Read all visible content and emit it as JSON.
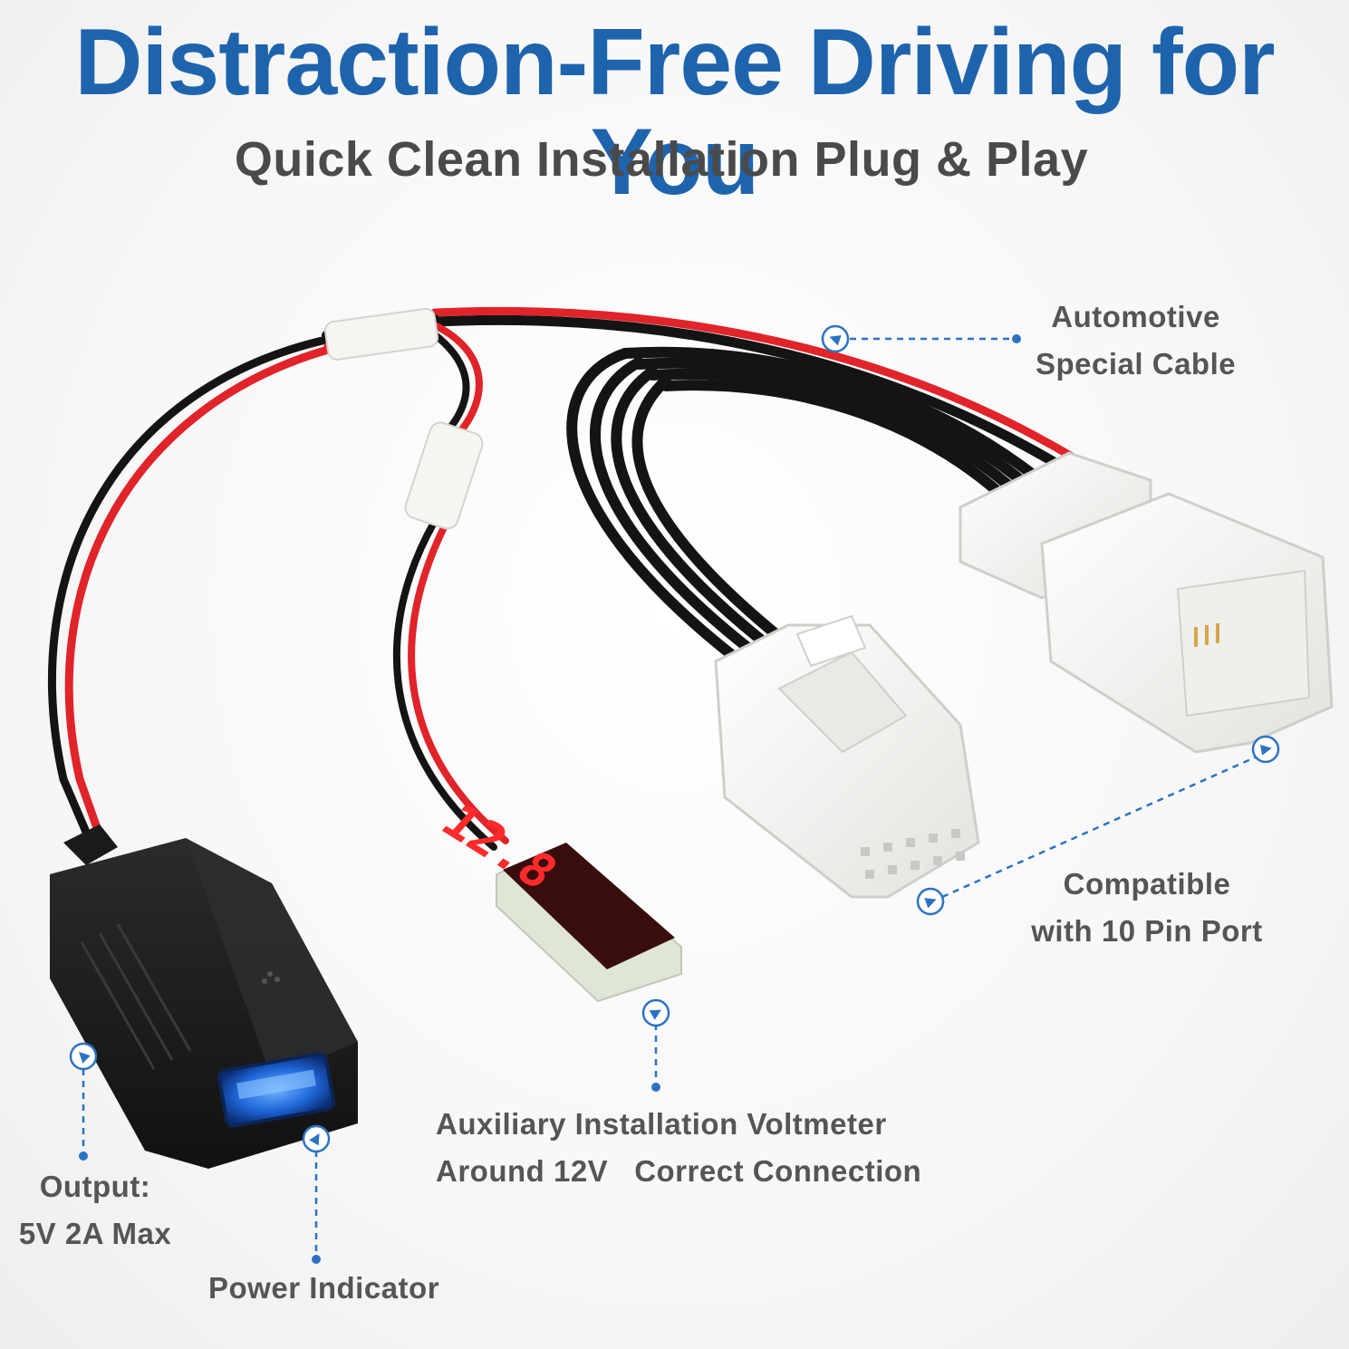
{
  "headline": "Distraction-Free Driving for You",
  "subheadline": "Quick Clean Installation Plug & Play",
  "callouts": {
    "automotive_cable": [
      "Automotive",
      "Special Cable"
    ],
    "compatible_port": [
      "Compatible",
      "with 10 Pin Port"
    ],
    "voltmeter": [
      "Auxiliary Installation Voltmeter",
      "Around 12V   Correct Connection"
    ],
    "output": [
      "Output:",
      "5V 2A Max"
    ],
    "power_indicator": "Power Indicator"
  },
  "voltmeter_display": "12.8",
  "colors": {
    "headline": "#1e64ad",
    "subheadline": "#4a4a4a",
    "callout_text": "#555555",
    "callout_marker": "#2b73c2",
    "wire_red": "#e0242a",
    "wire_black": "#141414",
    "connector": "#f3f3f1",
    "usb_glow": "#2f7be8",
    "led_digits": "#ff2a2a"
  },
  "icons": [
    "callout-marker-icon",
    "usb-port-icon",
    "led-voltmeter-icon"
  ]
}
